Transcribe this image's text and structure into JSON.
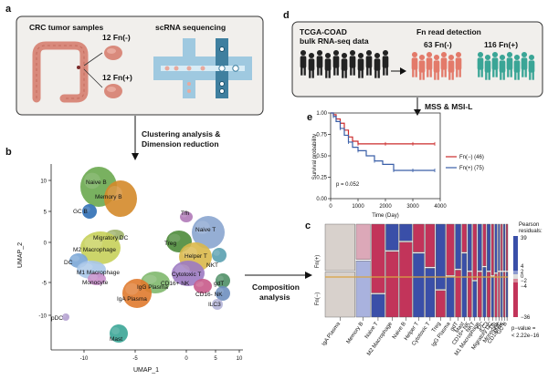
{
  "panels": {
    "a": {
      "label": "a",
      "title_left": "CRC tumor samples",
      "title_right": "scRNA sequencing",
      "neg_count": "12 Fn(-)",
      "pos_count": "12 Fn(+)"
    },
    "b": {
      "label": "b",
      "step_text_1": "Clustering analysis &",
      "step_text_2": "Dimension reduction",
      "xlabel": "UMAP_1",
      "ylabel": "UMAP_2",
      "xticks": [
        "-10",
        "-5",
        "0",
        "5",
        "10"
      ],
      "yticks": [
        "10",
        "5",
        "0",
        "-5",
        "-10"
      ],
      "clusters": [
        {
          "name": "Naive B",
          "color": "#6aa84f"
        },
        {
          "name": "Memory B",
          "color": "#d4892a"
        },
        {
          "name": "GC B",
          "color": "#2f6fb5"
        },
        {
          "name": "Migratory DC",
          "color": "#9fb36a"
        },
        {
          "name": "M2 Macrophage",
          "color": "#c6d05a"
        },
        {
          "name": "DC",
          "color": "#7aa6d6"
        },
        {
          "name": "M1 Macrophage",
          "color": "#a9c6e8"
        },
        {
          "name": "Monocyte",
          "color": "#c98fcb"
        },
        {
          "name": "pDC",
          "color": "#b3a0cf"
        },
        {
          "name": "IgG Plasma",
          "color": "#7fb86d"
        },
        {
          "name": "IgA Plasma",
          "color": "#e07a2e"
        },
        {
          "name": "Mast",
          "color": "#3aa596"
        },
        {
          "name": "Tfh",
          "color": "#b07ab8"
        },
        {
          "name": "Naive T",
          "color": "#8aa5cf"
        },
        {
          "name": "Treg",
          "color": "#4d8b3a"
        },
        {
          "name": "Helper T",
          "color": "#d9b84a"
        },
        {
          "name": "NKT",
          "color": "#5aa0b0"
        },
        {
          "name": "Cytotoxic T",
          "color": "#9c7ac2"
        },
        {
          "name": "gdT",
          "color": "#4f8f66"
        },
        {
          "name": "CD16+ NK",
          "color": "#c85a8a"
        },
        {
          "name": "CD16- NK",
          "color": "#6e8fbf"
        },
        {
          "name": "ILC3",
          "color": "#b4b4d8"
        }
      ]
    },
    "d": {
      "label": "d",
      "title_left_1": "TCGA-COAD",
      "title_left_2": "bulk RNA-seq data",
      "title_right": "Fn read detection",
      "neg_count": "63 Fn(-)",
      "pos_count": "116 Fn(+)",
      "arrow_text": "MSS & MSI-L"
    },
    "e": {
      "label": "e",
      "ylabel": "Survival probability",
      "xlabel": "Time (Day)",
      "pvalue": "p = 0.052",
      "legend": [
        {
          "label": "Fn(−) (46)",
          "color": "#cc2b2b"
        },
        {
          "label": "Fn(+) (75)",
          "color": "#3a5fa8"
        }
      ],
      "xticks": [
        "0",
        "1000",
        "2000",
        "3000",
        "4000"
      ],
      "yticks": [
        "1.00",
        "0.75",
        "0.50",
        "0.25",
        "0.00"
      ]
    },
    "c": {
      "label": "c",
      "arrow_text_1": "Composition",
      "arrow_text_2": "analysis",
      "row_pos": "Fn(+)",
      "row_neg": "Fn(−)",
      "legend_title_1": "Pearson",
      "legend_title_2": "residuals:",
      "legend_ticks": [
        "39",
        "4",
        "2",
        "0",
        "−2",
        "−4",
        "−36"
      ],
      "pvalue_1": "p−value =",
      "pvalue_2": "< 2.22e−16",
      "columns": [
        "IgA Plasma",
        "Memory B",
        "Naive T",
        "M2 Macrophage",
        "Naive B",
        "Helper T",
        "Cytotoxic T",
        "Treg",
        "IgG Plasma",
        "gdT",
        "Mast",
        "CD16+ NK",
        "NKT",
        "M1 Macrophage",
        "DC",
        "ILC3",
        "Migratory DC",
        "Tfh",
        "Monocyte",
        "pDC",
        "CD16- NK",
        "GC B"
      ]
    }
  },
  "chart_data": {
    "type": "line",
    "title": "",
    "xlabel": "Time (Day)",
    "ylabel": "Survival probability",
    "xlim": [
      0,
      4000
    ],
    "ylim": [
      0,
      1
    ],
    "series": [
      {
        "name": "Fn(−) (46)",
        "x": [
          0,
          100,
          200,
          350,
          500,
          650,
          800,
          1000,
          1500,
          2000,
          2500,
          3000,
          3500,
          3800
        ],
        "y": [
          1.0,
          0.98,
          0.93,
          0.88,
          0.8,
          0.72,
          0.67,
          0.64,
          0.64,
          0.64,
          0.64,
          0.64,
          0.64,
          0.64
        ]
      },
      {
        "name": "Fn(+) (75)",
        "x": [
          0,
          100,
          200,
          350,
          500,
          650,
          800,
          1000,
          1300,
          1600,
          1900,
          2300,
          2600,
          3000,
          3500,
          3800
        ],
        "y": [
          1.0,
          0.96,
          0.9,
          0.82,
          0.74,
          0.66,
          0.6,
          0.56,
          0.5,
          0.44,
          0.4,
          0.33,
          0.33,
          0.33,
          0.33,
          0.33
        ]
      }
    ],
    "annotation": "p = 0.052"
  }
}
